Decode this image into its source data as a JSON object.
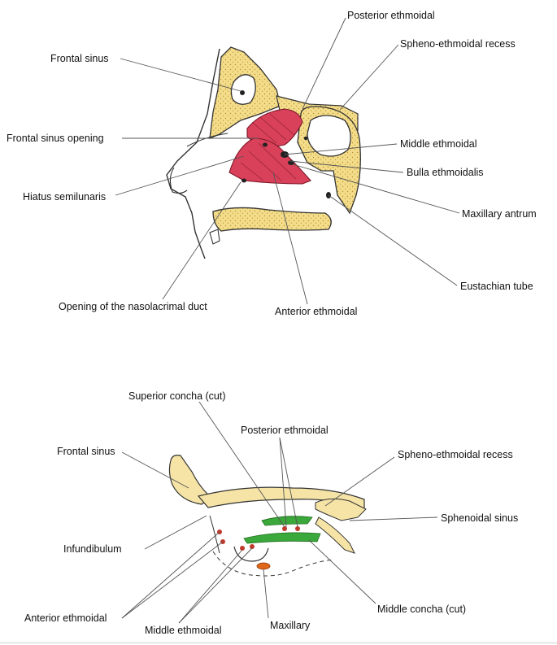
{
  "figure_top": {
    "labels": {
      "posterior_ethmoidal": "Posterior ethmoidal",
      "spheno_ethmoidal_recess": "Spheno-ethmoidal recess",
      "frontal_sinus": "Frontal sinus",
      "frontal_sinus_opening": "Frontal sinus opening",
      "middle_ethmoidal": "Middle ethmoidal",
      "bulla_ethmoidalis": "Bulla ethmoidalis",
      "hiatus_semilunaris": "Hiatus semilunaris",
      "maxillary_antrum": "Maxillary antrum",
      "eustachian_tube": "Eustachian tube",
      "nasolacrimal_opening": "Opening of the nasolacrimal duct",
      "anterior_ethmoidal": "Anterior ethmoidal"
    }
  },
  "figure_bottom": {
    "labels": {
      "superior_concha": "Superior concha (cut)",
      "posterior_ethmoidal": "Posterior ethmoidal",
      "frontal_sinus": "Frontal sinus",
      "spheno_ethmoidal_recess": "Spheno-ethmoidal recess",
      "sphenoidal_sinus": "Sphenoidal sinus",
      "infundibulum": "Infundibulum",
      "anterior_ethmoidal": "Anterior ethmoidal",
      "middle_ethmoidal": "Middle ethmoidal",
      "maxillary": "Maxillary",
      "middle_concha": "Middle concha (cut)"
    }
  },
  "colors": {
    "bone": "#f3dc8a",
    "bone_stipple": "#c9a640",
    "concha_red": "#d9415a",
    "concha_green": "#3aa83a",
    "ostium_red": "#c0392b",
    "maxillary_orange": "#e0661a",
    "leader_line": "#555555",
    "outline": "#333333"
  }
}
